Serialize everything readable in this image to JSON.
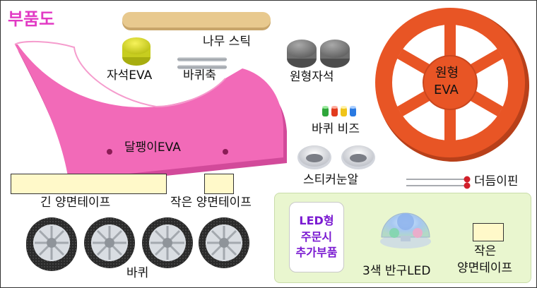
{
  "title": "부품도",
  "parts": {
    "wood_stick": "나무 스틱",
    "magnet_eva": "자석EVA",
    "wheel_axle": "바퀴축",
    "round_magnet": "원형자석",
    "round_eva_line1": "원형",
    "round_eva_line2": "EVA",
    "snail_eva": "달팽이EVA",
    "wheel_beads": "바퀴 비즈",
    "sticker_eyes": "스티커눈알",
    "antenna_pin": "더듬이핀",
    "long_tape": "긴 양면테이프",
    "small_tape": "작은 양면테이프",
    "wheels": "바퀴"
  },
  "led_option": {
    "line1": "LED형",
    "line2": "주문시",
    "line3": "추가부품",
    "led": "3색 반구LED",
    "tape_line1": "작은",
    "tape_line2": "양면테이프"
  },
  "colors": {
    "title": "#e23ac4",
    "snail": "#f26ab8",
    "eva_ring": "#e85525",
    "magnet_eva": "#dbe12a",
    "stick": "#e8c98e",
    "tape": "#fff9c9",
    "led_card_text": "#7a1ad1",
    "led_panel": "#e9f6cf"
  },
  "icons": [
    "wood-stick-icon",
    "magnet-eva-icon",
    "wheel-axle-icon",
    "round-magnet-icon",
    "round-eva-icon",
    "snail-eva-icon",
    "wheel-beads-icon",
    "sticker-eyes-icon",
    "antenna-pin-icon",
    "wheel-icon",
    "led-icon"
  ]
}
